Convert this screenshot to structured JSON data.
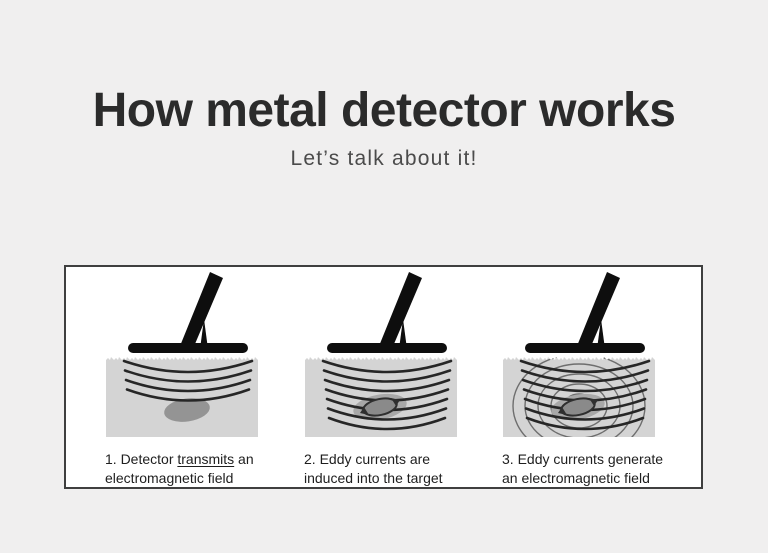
{
  "page": {
    "title": "How metal detector works",
    "subtitle": "Let’s talk about it!"
  },
  "colors": {
    "page_bg": "#f0efef",
    "title": "#2b2b2b",
    "subtitle": "#4b4b4b",
    "panel_border": "#3f3f3f",
    "panel_bg": "#ffffff",
    "ground": "#d4d4d4",
    "detector": "#0e0e0e",
    "field_wave": "#262626",
    "eddy_ring": "#6e6e6e",
    "target": "#949494",
    "target_halo": "#a8a8a8",
    "swirl_core": "#8a8a8a",
    "swirl_edge": "#2f2f2f",
    "caption": "#1e1e1e"
  },
  "figure": {
    "steps": [
      {
        "id": "step-1-transmit",
        "caption": {
          "prefix": "1. Detector ",
          "underlined": "transmits",
          "suffix": " an",
          "line2": "electromagnetic field"
        }
      },
      {
        "id": "step-2-induce",
        "caption": {
          "line1": "2. Eddy currents are",
          "line2": "induced into the target"
        }
      },
      {
        "id": "step-3-generate",
        "caption": {
          "line1": "3. Eddy currents generate",
          "line2": "an electromagnetic field"
        }
      }
    ]
  }
}
